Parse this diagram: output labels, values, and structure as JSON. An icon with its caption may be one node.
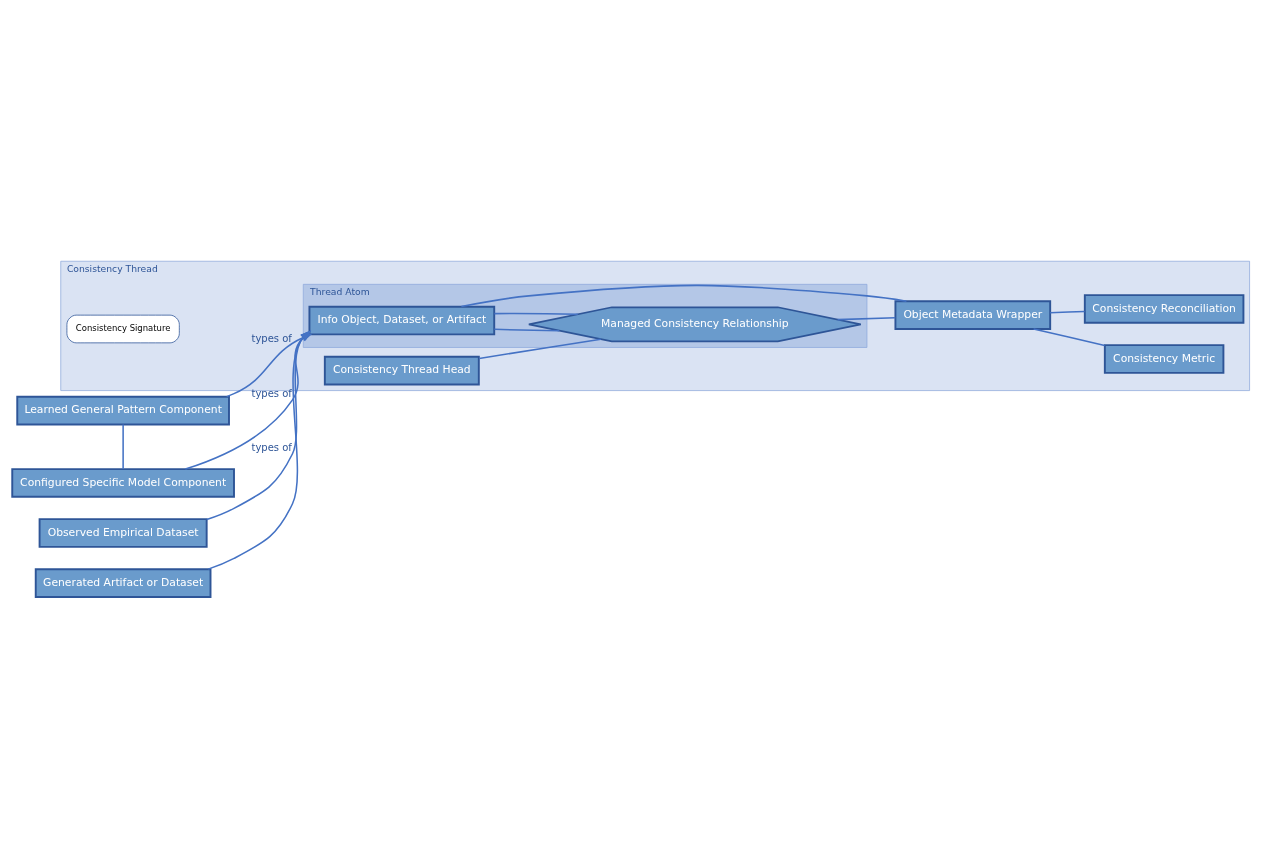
{
  "diagram": {
    "nodes": [
      {
        "text": [
          "Consistency Thread"
        ]
      },
      {
        "text": [
          "Consistency Thread Head"
        ],
        "in": 0
      },
      {
        "text": [
          "Consistency Signature"
        ],
        "in": 0
      },
      {
        "text": [
          "Thread Atom"
        ],
        "in": 0
      },
      {
        "text": [
          "Info Object, Dataset, or Artifact"
        ],
        "in": 3
      },
      {
        "text": [
          "Managed Consistency Relationship"
        ],
        "in": 3
      },
      {
        "text": [
          "Object Metadata Wrapper"
        ],
        "in": 0
      },
      {
        "text": [
          "Consistency Metric"
        ],
        "in": 0
      },
      {
        "text": [
          "Consistency Reconciliation"
        ],
        "in": 0
      },
      {
        "text": [
          "Learned General Pattern Component"
        ]
      },
      {
        "text": [
          "Configured Specific Model Component"
        ]
      },
      {
        "text": [
          "Observed Empirical Dataset"
        ]
      },
      {
        "text": [
          "Generated Artifact or Dataset"
        ]
      }
    ],
    "edges": [
      {
        "from": 9,
        "to": 4,
        "arrow": "to",
        "label": "types of"
      },
      {
        "from": 10,
        "to": 4,
        "arrow": "to",
        "label": "types of"
      },
      {
        "from": 11,
        "to": 4,
        "arrow": "to",
        "label": "types of"
      },
      {
        "from": 12,
        "to": 4,
        "arrow": "to"
      },
      {
        "from": 9,
        "to": 10,
        "arrow": "none"
      },
      {
        "from": 1,
        "to": 5,
        "arrow": "none"
      },
      {
        "from": 4,
        "to": 5,
        "arrow": "none"
      },
      {
        "from": 4,
        "to": 5,
        "arrow": "none"
      },
      {
        "from": 4,
        "to": 6,
        "arrow": "none"
      },
      {
        "from": 5,
        "to": 6,
        "arrow": "none"
      },
      {
        "from": 6,
        "to": 7,
        "arrow": "none"
      },
      {
        "from": 6,
        "to": 8,
        "arrow": "none"
      }
    ]
  }
}
